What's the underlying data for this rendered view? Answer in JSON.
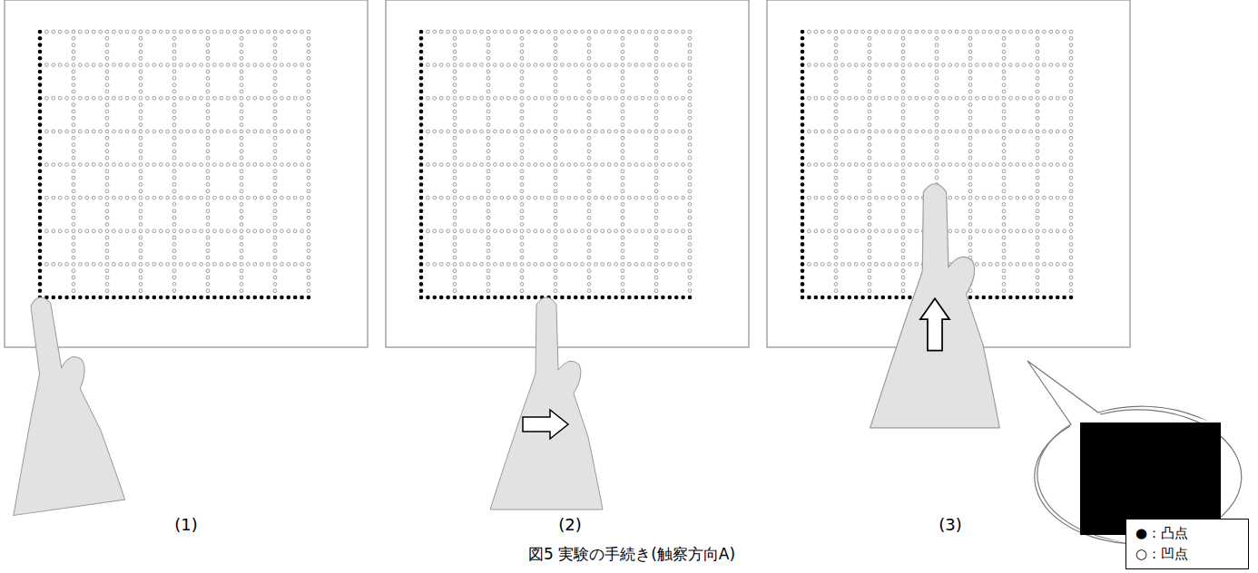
{
  "diagram": {
    "caption": "図5 実験の手続き(触察方向A)",
    "labels": [
      "(1)",
      "(2)",
      "(3)"
    ],
    "legend": [
      {
        "text": "●：凸点"
      },
      {
        "text": "○：凹点"
      }
    ]
  }
}
